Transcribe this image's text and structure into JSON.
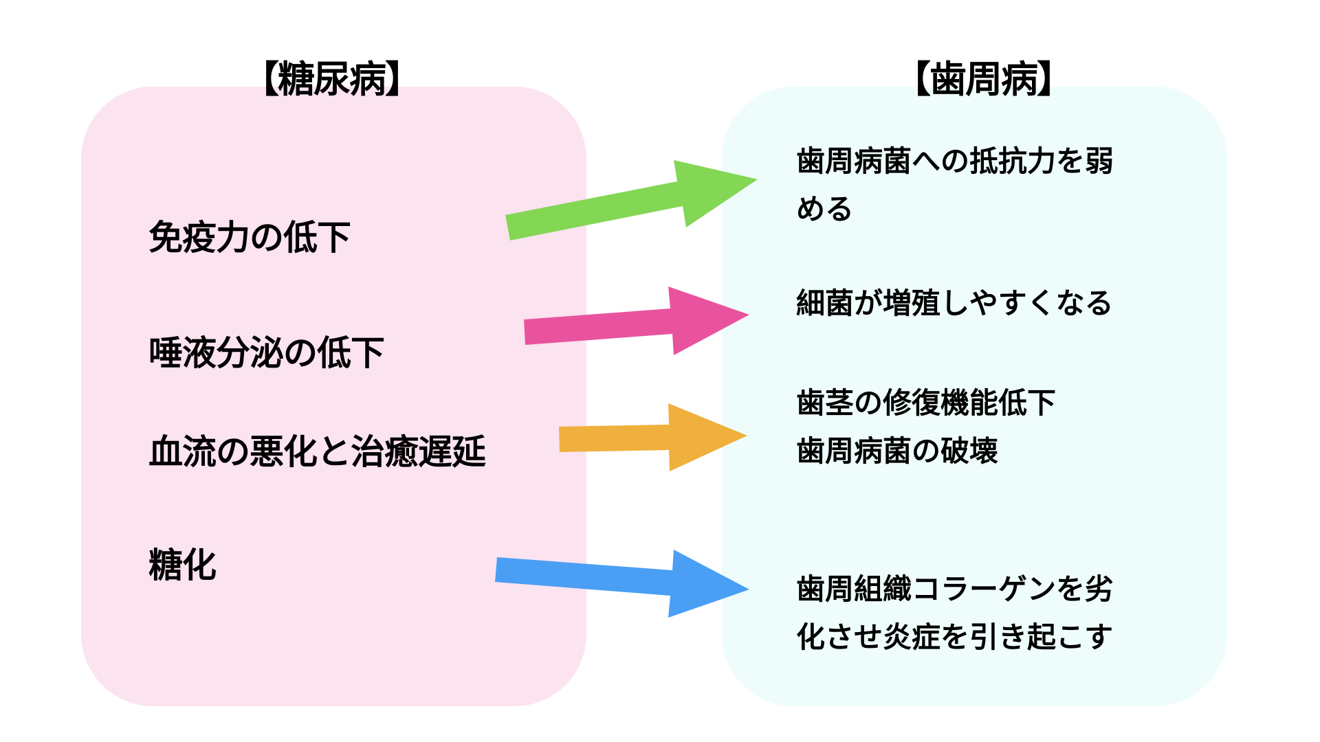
{
  "left_panel": {
    "title": "【糖尿病】",
    "items": [
      "免疫力の低下",
      "唾液分泌の低下",
      "血流の悪化と治癒遅延",
      "糖化"
    ]
  },
  "right_panel": {
    "title": "【歯周病】",
    "items": [
      {
        "lines": [
          "歯周病菌への抵抗力を弱",
          "める"
        ]
      },
      {
        "lines": [
          "細菌が増殖しやすくなる"
        ]
      },
      {
        "lines": [
          "歯茎の修復機能低下",
          "歯周病菌の破壊"
        ]
      },
      {
        "lines": [
          "歯周組織コラーゲンを劣",
          "化させ炎症を引き起こす"
        ]
      }
    ]
  },
  "colors": {
    "left_panel_bg": "#FBE3F0",
    "right_panel_bg": "#EEFDFB",
    "arrows": [
      "#84D655",
      "#E9539E",
      "#F0B03D",
      "#4A9FF5"
    ]
  },
  "arrows": [
    {
      "from": "免疫力の低下",
      "to": "歯周病菌への抵抗力を弱める"
    },
    {
      "from": "唾液分泌の低下",
      "to": "細菌が増殖しやすくなる"
    },
    {
      "from": "血流の悪化と治癒遅延",
      "to": "歯茎の修復機能低下 / 歯周病菌の破壊"
    },
    {
      "from": "糖化",
      "to": "歯周組織コラーゲンを劣化させ炎症を引き起こす"
    }
  ]
}
